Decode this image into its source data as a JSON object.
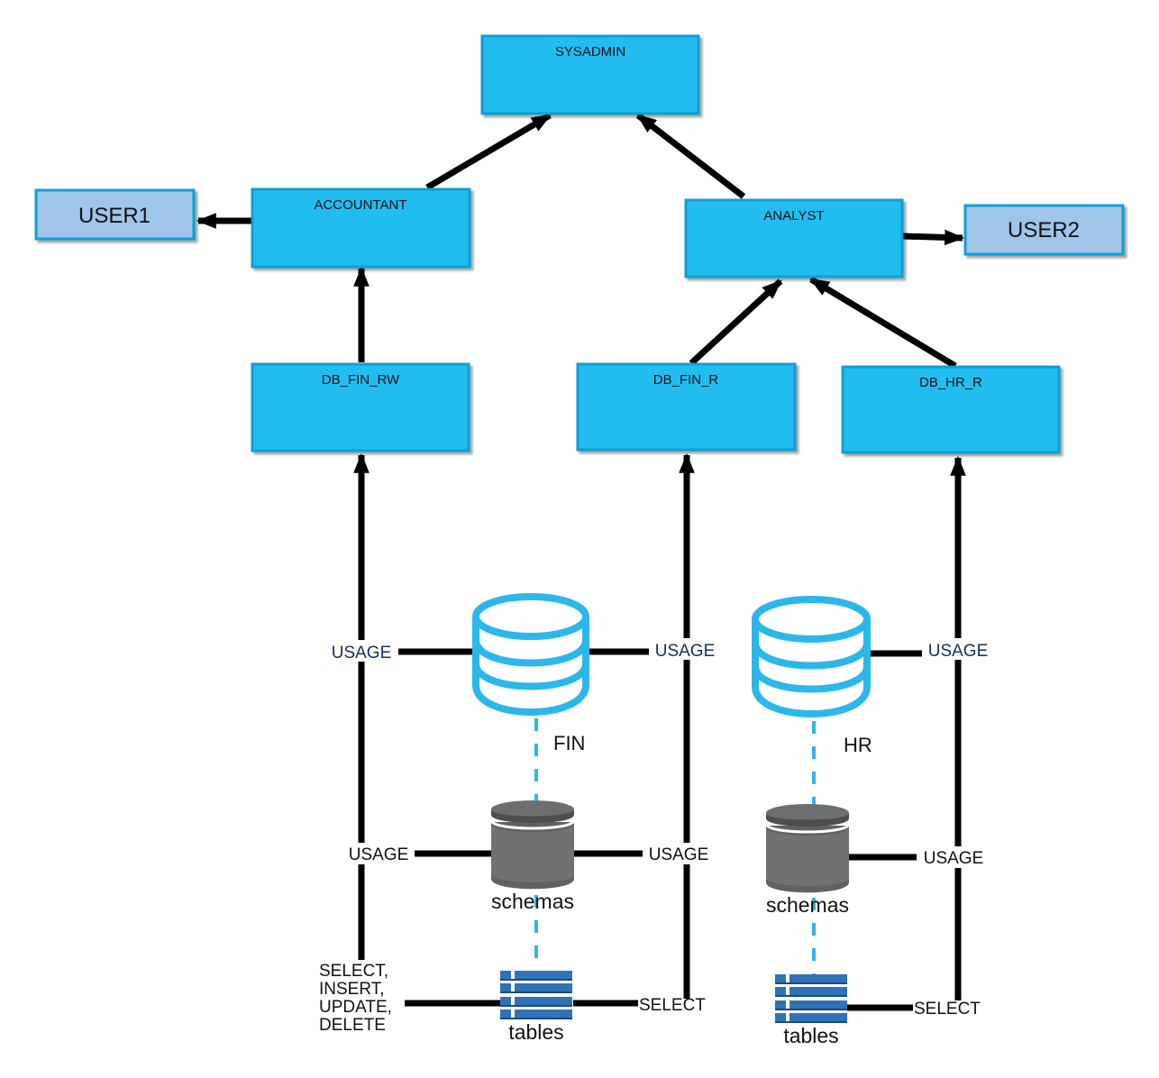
{
  "colors": {
    "role_fill": "#22bdf0",
    "role_border": "#0d9fd4",
    "user_fill": "#9fc5e8",
    "user_border": "#0d9fd4",
    "arrow": "#000000",
    "database_icon": "#2cb7ea",
    "schema_icon": "#6b6d6f",
    "table_icon": "#2f72b8",
    "dashed_link": "#2cb7ea",
    "usage_text_db": "#14305a"
  },
  "roles": {
    "sysadmin": "SYSADMIN",
    "accountant": "ACCOUNTANT",
    "analyst": "ANALYST",
    "db_fin_rw": "DB_FIN_RW",
    "db_fin_r": "DB_FIN_R",
    "db_hr_r": "DB_HR_R"
  },
  "users": {
    "user1": "USER1",
    "user2": "USER2"
  },
  "databases": {
    "fin": {
      "name": "FIN",
      "schemas_label": "schemas",
      "tables_label": "tables"
    },
    "hr": {
      "name": "HR",
      "schemas_label": "schemas",
      "tables_label": "tables"
    }
  },
  "privileges": {
    "fin_rw_db": "USAGE",
    "fin_r_db": "USAGE",
    "hr_r_db": "USAGE",
    "fin_rw_schema": "USAGE",
    "fin_r_schema": "USAGE",
    "hr_r_schema": "USAGE",
    "fin_rw_tables": [
      "SELECT,",
      "INSERT,",
      "UPDATE,",
      "DELETE"
    ],
    "fin_r_tables": "SELECT",
    "hr_r_tables": "SELECT"
  },
  "hierarchy": [
    {
      "from": "ACCOUNTANT",
      "to": "SYSADMIN"
    },
    {
      "from": "ANALYST",
      "to": "SYSADMIN"
    },
    {
      "from": "ACCOUNTANT",
      "to": "USER1"
    },
    {
      "from": "ANALYST",
      "to": "USER2"
    },
    {
      "from": "DB_FIN_RW",
      "to": "ACCOUNTANT"
    },
    {
      "from": "DB_FIN_R",
      "to": "ANALYST"
    },
    {
      "from": "DB_HR_R",
      "to": "ANALYST"
    }
  ]
}
